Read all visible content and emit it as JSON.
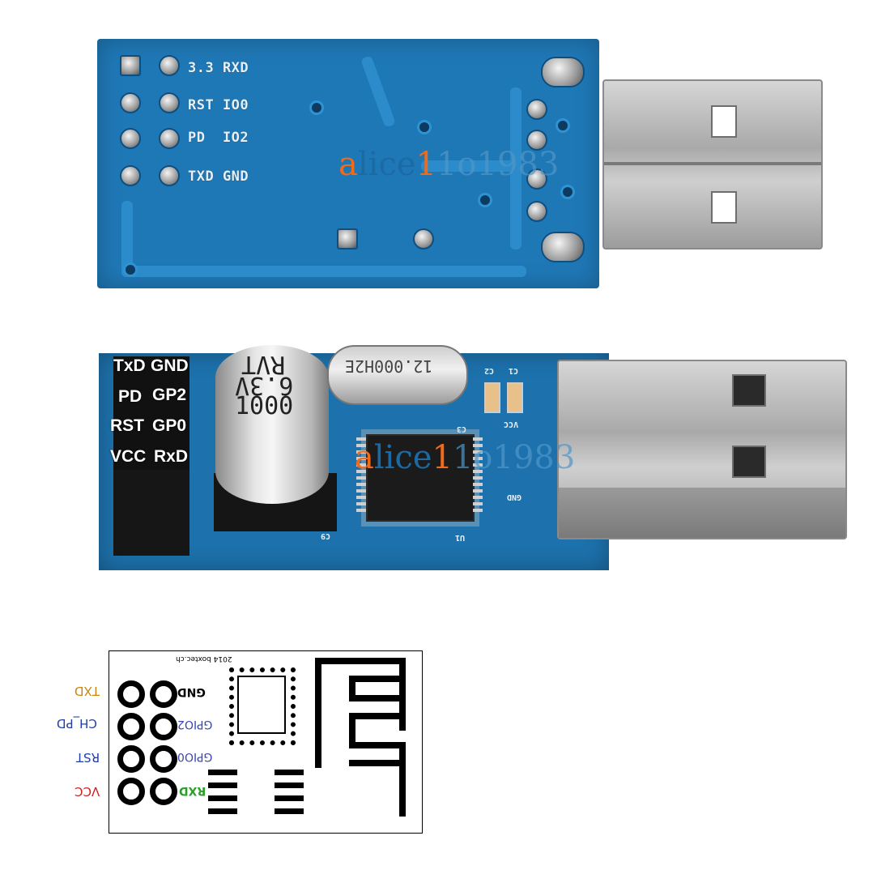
{
  "top_board": {
    "pin_labels": {
      "row1": "3.3 RXD",
      "row2": "RST IO0",
      "row3": "PD  IO2",
      "row4": "TXD GND"
    }
  },
  "bottom_board": {
    "header_labels": {
      "row1_left": "TxD",
      "row1_right": "GND",
      "row2_left": "PD",
      "row2_right": "GP2",
      "row3_left": "RST",
      "row3_right": "GP0",
      "row4_left": "VCC",
      "row4_right": "RxD"
    },
    "capacitor_text": {
      "line1": "RVT",
      "line2": "6.3V",
      "line3": "1000"
    },
    "crystal_text": "12.000H2E",
    "silk": {
      "c2": "C2",
      "c1": "C1",
      "vcc": "VCC",
      "gnd": "GND",
      "c3": "C3",
      "c9": "C9",
      "u1": "U1"
    }
  },
  "watermark": {
    "a": "a",
    "lice": "lice",
    "one": "1",
    "rest": "1o1983"
  },
  "diagram": {
    "copyright": "2014 boxtec.ch",
    "module_labels": {
      "gnd": "GND",
      "gpio2": "GPIO2",
      "gpio0": "GPIO0",
      "rxd": "RXD"
    },
    "side_labels": {
      "txd": "TXD",
      "ch_pd": "CH_PD",
      "rst": "RST",
      "vcc": "VCC"
    },
    "colors": {
      "txd": "#c8860f",
      "ch_pd": "#1f3fa8",
      "rst": "#1f3fa8",
      "vcc": "#d42020",
      "gpio": "#3a46b0",
      "rxd": "#2aa02a",
      "gnd": "#000000"
    }
  }
}
